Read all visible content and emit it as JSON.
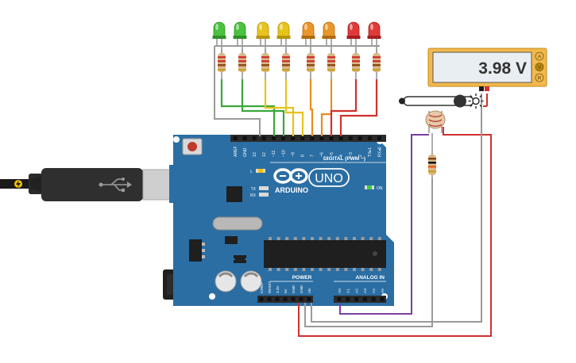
{
  "multimeter": {
    "reading": "3.98 V",
    "mode_buttons": [
      "A",
      "V",
      "R"
    ]
  },
  "board": {
    "brand": "ARDUINO",
    "model": "UNO",
    "digital_label": "DIGITAL (PWM ~)",
    "digital_pins": [
      "AREF",
      "GND",
      "13",
      "12",
      "~11",
      "~10",
      "~9",
      "8",
      "7",
      "~6",
      "~5",
      "4",
      "~3",
      "2",
      "TX▸1",
      "RX◂0"
    ],
    "power_label": "POWER",
    "power_pins": [
      "IOREF",
      "RESET",
      "3.3V",
      "5V",
      "GND",
      "GND",
      "Vin"
    ],
    "analog_label": "ANALOG IN",
    "analog_pins": [
      "A0",
      "A1",
      "A2",
      "A3",
      "A4",
      "A5"
    ],
    "indicator_l": "L",
    "indicator_tx": "TX",
    "indicator_rx": "RX",
    "indicator_on": "ON"
  },
  "leds": {
    "colors": [
      "green",
      "green",
      "yellow",
      "yellow",
      "orange",
      "orange",
      "red",
      "red"
    ]
  },
  "colors": {
    "board": "#2b6ea3",
    "header": "#2a2a2a",
    "wire_red": "#d0312d",
    "wire_gray": "#9a9a9a",
    "wire_purple": "#7b3fa0",
    "wire_green": "#3aa63a",
    "wire_yellow": "#e8c31c",
    "wire_orange": "#e88c1c",
    "multimeter": "#f2b84b",
    "display": "#e9eef2"
  }
}
